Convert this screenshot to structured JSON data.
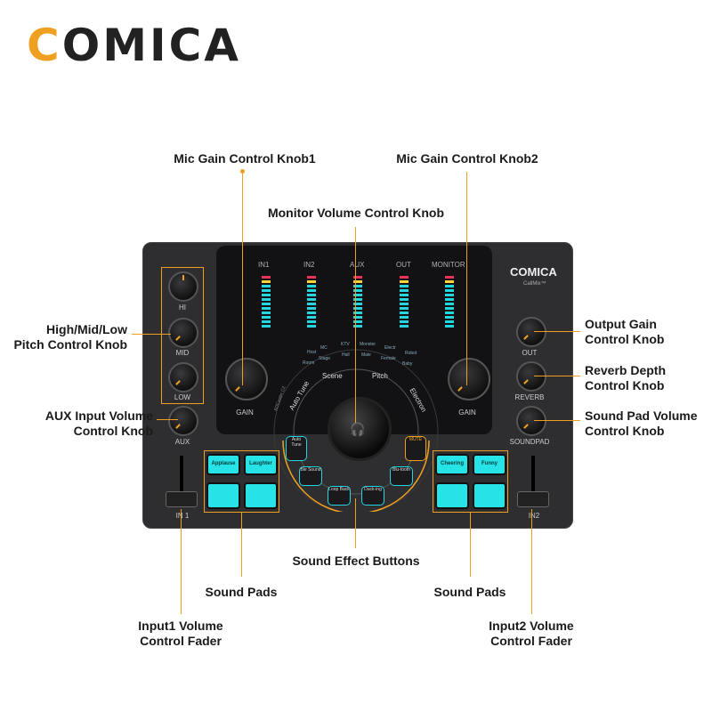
{
  "brand": {
    "prefix": "C",
    "rest": "OMICA",
    "accent": "#f0a020"
  },
  "device": {
    "logo": "COMICA",
    "model": "CallMix™",
    "meters": [
      "IN1",
      "IN2",
      "AUX",
      "OUT",
      "MONITOR"
    ],
    "knob_labels": {
      "hi": "HI",
      "mid": "MID",
      "low": "LOW",
      "aux": "AUX",
      "gain1": "GAIN",
      "gain2": "GAIN",
      "out": "OUT",
      "reverb": "REVERB",
      "soundpad": "SOUNDPAD",
      "in1": "IN 1",
      "in2": "IN2"
    },
    "dial_labels": [
      "Auto Tune",
      "Scene",
      "Pitch",
      "Electron"
    ],
    "effect_labels": [
      "Host",
      "MC",
      "KTV",
      "Monster",
      "Electr",
      "Robot",
      "Room",
      "Stage",
      "Hall",
      "Male",
      "Female",
      "Baby"
    ],
    "pads_left": [
      "Applause",
      "Laughter",
      "",
      ""
    ],
    "pads_right": [
      "Cheering",
      "Funny",
      "",
      ""
    ],
    "fx_buttons": [
      "Auto Tune",
      "Ble Sound",
      "Loop Back",
      "Duck-ing",
      "Blu-tooth"
    ],
    "mute": "MUTE",
    "adcaster": "ADCaster C2"
  },
  "callouts": {
    "mic_gain_1": "Mic Gain Control Knob1",
    "mic_gain_2": "Mic Gain Control Knob2",
    "monitor_volume": "Monitor Volume Control Knob",
    "pitch_knob": "High/Mid/Low\nPitch Control Knob",
    "aux_input": "AUX Input Volume\nControl Knob",
    "output_gain": "Output Gain\nControl Knob",
    "reverb_depth": "Reverb Depth\nControl Knob",
    "sound_pad_volume": "Sound Pad Volume\nControl Knob",
    "sound_effect_buttons": "Sound Effect Buttons",
    "sound_pads_left": "Sound Pads",
    "sound_pads_right": "Sound Pads",
    "input1_fader": "Input1 Volume\nControl Fader",
    "input2_fader": "Input2 Volume\nControl Fader"
  }
}
